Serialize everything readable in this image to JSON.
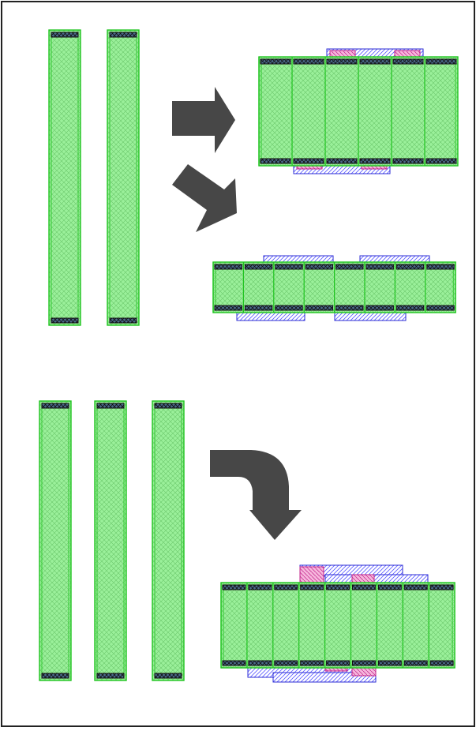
{
  "colors": {
    "page_background": "#ffffff",
    "frame_border": "#222222",
    "active_area_fill": "#9af09a",
    "active_area_stroke": "#1fc41f",
    "active_area_hatch": "#6cc86c",
    "contact_fill": "#3a5a7a",
    "contact_cross": "#101010",
    "metal_stroke": "#2b2bd4",
    "metal_hatch": "#5a5aff",
    "via_fill": "#f08cc8",
    "via_stroke": "#c0208a",
    "arrow_fill": "#474747"
  },
  "diagram": {
    "sections": [
      {
        "id": "two-finger-split",
        "input_strip_count": 2,
        "outputs": [
          {
            "id": "six-finger-layout",
            "finger_count": 6
          },
          {
            "id": "eight-finger-layout",
            "finger_count": 8
          }
        ],
        "arrows": [
          "arrow-right",
          "arrow-diagonal-down-right"
        ]
      },
      {
        "id": "three-finger-merge",
        "input_strip_count": 3,
        "outputs": [
          {
            "id": "nine-finger-layout",
            "finger_count": 9
          }
        ],
        "arrows": [
          "arrow-curved-down"
        ]
      }
    ],
    "icons": [
      "right-arrow-icon",
      "diagonal-arrow-icon",
      "curved-down-arrow-icon"
    ]
  }
}
